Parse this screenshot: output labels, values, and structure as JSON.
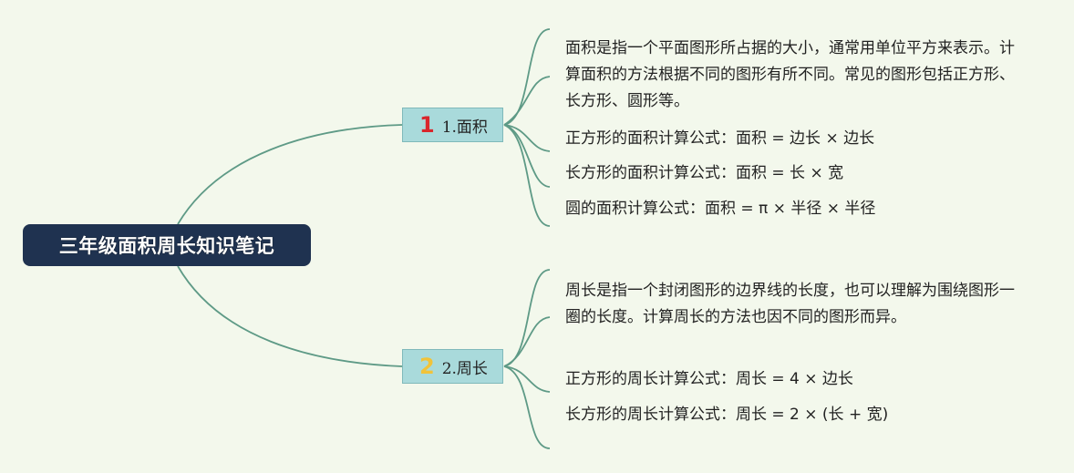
{
  "root": {
    "title": "三年级面积周长知识笔记"
  },
  "branches": [
    {
      "number": "1",
      "label": "1.面积",
      "number_color": "#d9262c",
      "items": [
        "面积是指一个平面图形所占据的大小，通常用单位平方来表示。计算面积的方法根据不同的图形有所不同。常见的图形包括正方形、长方形、圆形等。",
        "正方形的面积计算公式：面积 = 边长 × 边长",
        "长方形的面积计算公式：面积 = 长 × 宽",
        "圆的面积计算公式：面积 = π × 半径 × 半径"
      ]
    },
    {
      "number": "2",
      "label": "2.周长",
      "number_color": "#f1c33a",
      "items": [
        "周长是指一个封闭图形的边界线的长度，也可以理解为围绕图形一圈的长度。计算周长的方法也因不同的图形而异。",
        "正方形的周长计算公式：周长 = 4 × 边长",
        "长方形的周长计算公式：周长 = 2 × (长 + 宽)"
      ]
    }
  ],
  "colors": {
    "background": "#f3f8ec",
    "root_fill": "#1f3250",
    "branch_fill": "#a9dadb",
    "connector": "#5e9a86"
  }
}
